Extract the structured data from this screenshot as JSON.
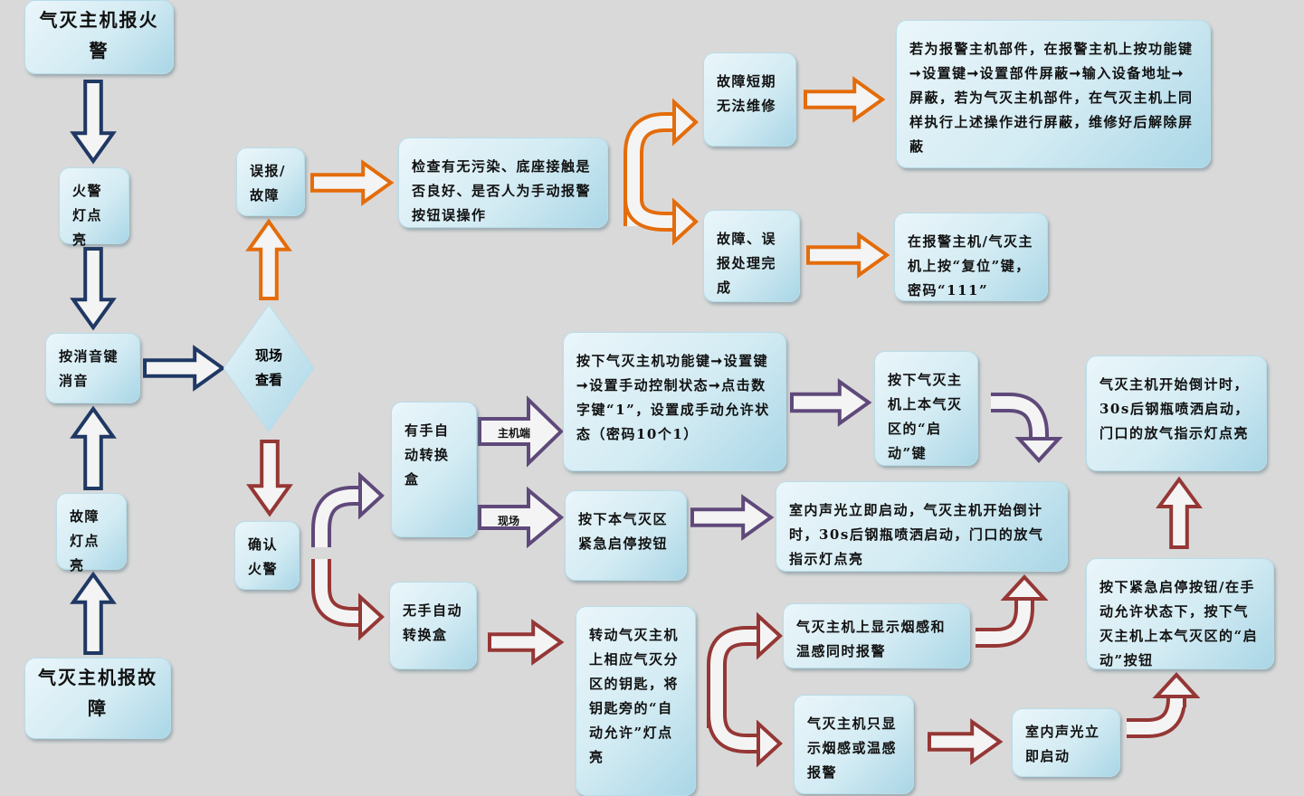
{
  "title": "气体灭火系统报警处理流程",
  "colors": {
    "navy": "#1f3864",
    "orange": "#e46c0a",
    "purple": "#5f497a",
    "red": "#953735",
    "box": "#d3ebf3"
  },
  "nodes": {
    "fire_alarm": "气灭主机报火警",
    "fire_light": "火警灯点亮",
    "silence": "按消音键消音",
    "fault_light": "故障灯点亮",
    "fault_alarm": "气灭主机报故障",
    "site_check": "现场查看",
    "false_alarm": "误报/故障",
    "inspect": "检查有无污染、底座接触是否良好、是否人为手动报警按钮误操作",
    "short_term_fault": "故障短期无法维修",
    "shield": "若为报警主机部件，在报警主机上按功能键➞设置键➞设置部件屏蔽➞输入设备地址➞屏蔽，若为气灭主机部件，在气灭主机上同样执行上述操作进行屏蔽，维修好后解除屏蔽",
    "handled": "故障、误报处理完成",
    "reset": "在报警主机/气灭主机上按“复位”键，密码“111”",
    "confirm_fire": "确认火警",
    "with_switch": "有手自动转换盒",
    "host_steps": "按下气灭主机功能键➞设置键➞设置手动控制状态➞点击数字键“1”，设置成手动允许状态（密码10个1）",
    "press_start": "按下气灭主机上本气灭区的“启动”键",
    "countdown": "气灭主机开始倒计时，30s后钢瓶喷洒启动，门口的放气指示灯点亮",
    "press_emergency": "按下本气灭区紧急启停按钮",
    "alarm_countdown": "室内声光立即启动，气灭主机开始倒计时，30s后钢瓶喷洒启动，门口的放气指示灯点亮",
    "without_switch": "无手自动转换盒",
    "turn_key": "转动气灭主机上相应气灭分区的钥匙，将钥匙旁的“自动允许”灯点亮",
    "both_alarm": "气灭主机上显示烟感和温感同时报警",
    "single_alarm": "气灭主机只显示烟感或温感报警",
    "sound_light": "室内声光立即启动",
    "manual_start": "按下紧急启停按钮/在手动允许状态下，按下气灭主机上本气灭区的“启动”按钮"
  },
  "arrow_labels": {
    "host": "主机端",
    "site": "现场"
  }
}
